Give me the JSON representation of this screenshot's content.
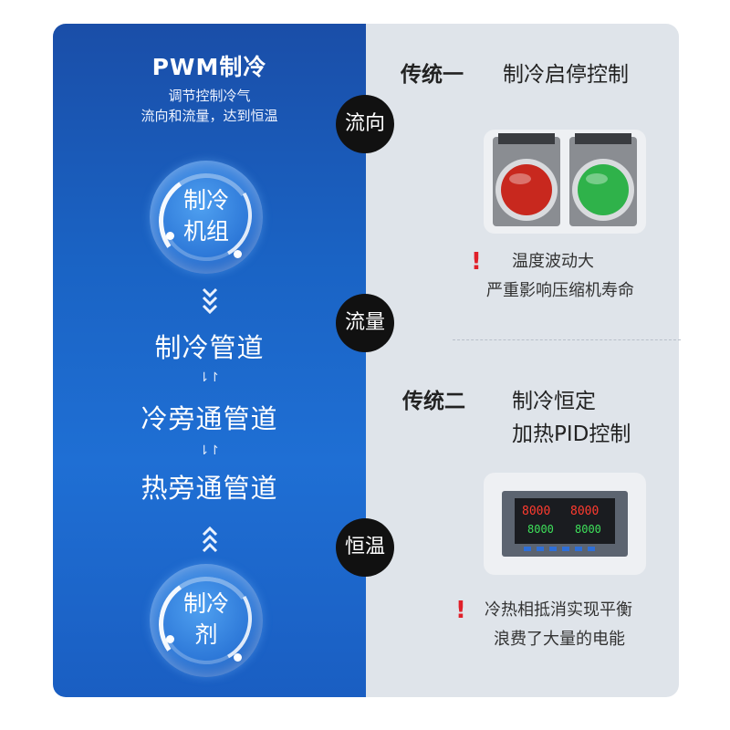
{
  "left": {
    "title": "PWM制冷",
    "subtitle_line1": "调节控制冷气",
    "subtitle_line2": "流向和流量，达到恒温",
    "top_bubble": {
      "line1": "制冷",
      "line2": "机组"
    },
    "bottom_bubble": {
      "line1": "制冷",
      "line2": "剂"
    },
    "pipes": [
      "制冷管道",
      "冷旁通管道",
      "热旁通管道"
    ],
    "flow_mark": "⇂↾",
    "chevron_down": "⌄⌄⌄",
    "chevron_up": "⌃⌃⌃"
  },
  "badges": [
    "流向",
    "流量",
    "恒温"
  ],
  "right": {
    "traditional1": {
      "label": "传统一",
      "desc": "制冷启停控制",
      "warn_line1": "温度波动大",
      "warn_line2": "严重影响压缩机寿命"
    },
    "traditional2": {
      "label": "传统二",
      "desc_line1": "制冷恒定",
      "desc_line2": "加热PID控制",
      "warn_line1": "冷热相抵消实现平衡",
      "warn_line2": "浪费了大量的电能"
    },
    "warn_symbol": "!",
    "controller_digits": [
      "8000",
      "8000",
      "8000",
      "8000"
    ]
  },
  "colors": {
    "left_gradient_top": "#1a4ea8",
    "left_gradient_bottom": "#1a5ec2",
    "right_bg": "#dfe4ea",
    "badge_bg": "#111111",
    "warn_red": "#e0202a",
    "lamp_red": "#c8281e",
    "lamp_green": "#2fb24a"
  }
}
